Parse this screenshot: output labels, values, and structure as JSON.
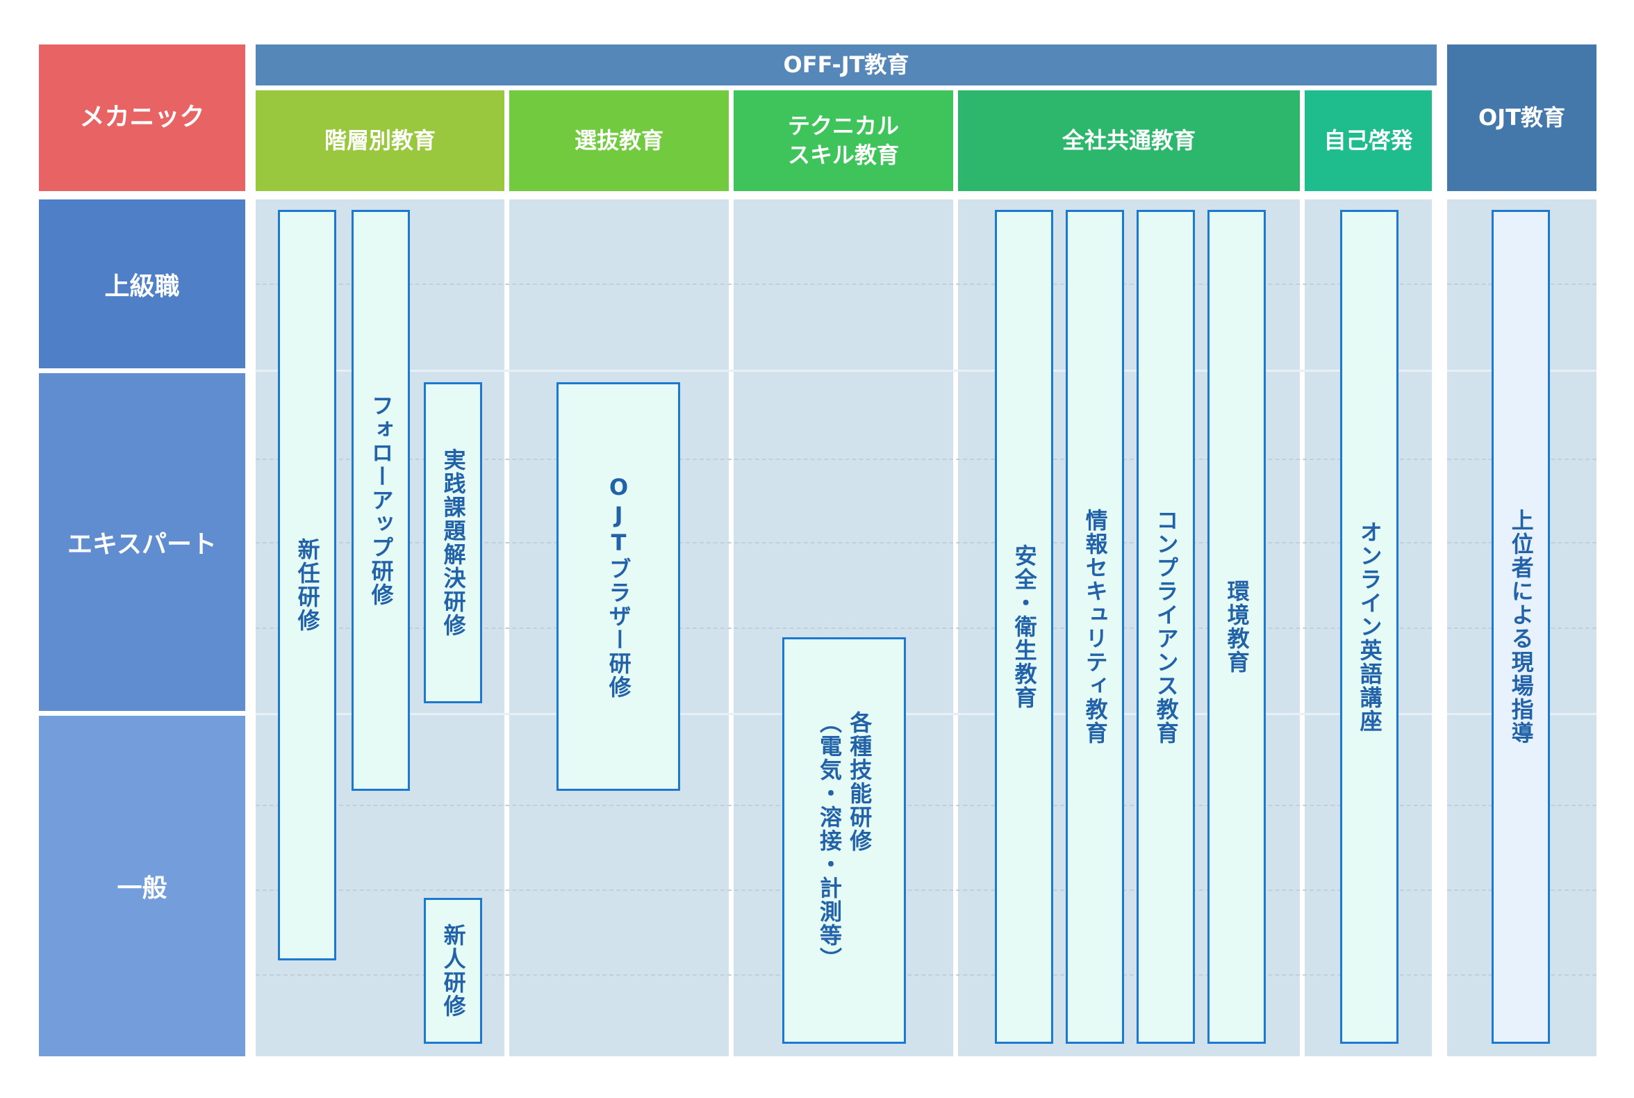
{
  "corner_label": "メカニック",
  "offjt_label": "OFF-JT教育",
  "ojt_label": "OJT教育",
  "categories": [
    "階層別教育",
    "選抜教育",
    "テクニカル\nスキル教育",
    "全社共通教育",
    "自己啓発"
  ],
  "levels": [
    "上級職",
    "エキスパート",
    "一般"
  ],
  "programs": {
    "shinnin": "新任研修",
    "followup": "フォローアップ研修",
    "jissen": "実践課題解決研修",
    "shinjin": "新人研修",
    "brother": "OJTブラザー研修",
    "ginou_1": "各種技能研修",
    "ginou_2": "（電気・溶接・計測等）",
    "anzen": "安全・衛生教育",
    "joho": "情報セキュリティ教育",
    "compliance": "コンプライアンス教育",
    "kankyo": "環境教育",
    "eigo": "オンライン英語講座",
    "genba": "上位者による現場指導"
  },
  "colors": {
    "corner": "#e86464",
    "offjt": "#5587b8",
    "ojt": "#4477aa",
    "categories": [
      "#99c83e",
      "#72cb3f",
      "#3fc35b",
      "#2cb76c",
      "#1fbc8e"
    ],
    "levels": [
      "#4f7fc7",
      "#5f8dd0",
      "#739ddb"
    ]
  }
}
